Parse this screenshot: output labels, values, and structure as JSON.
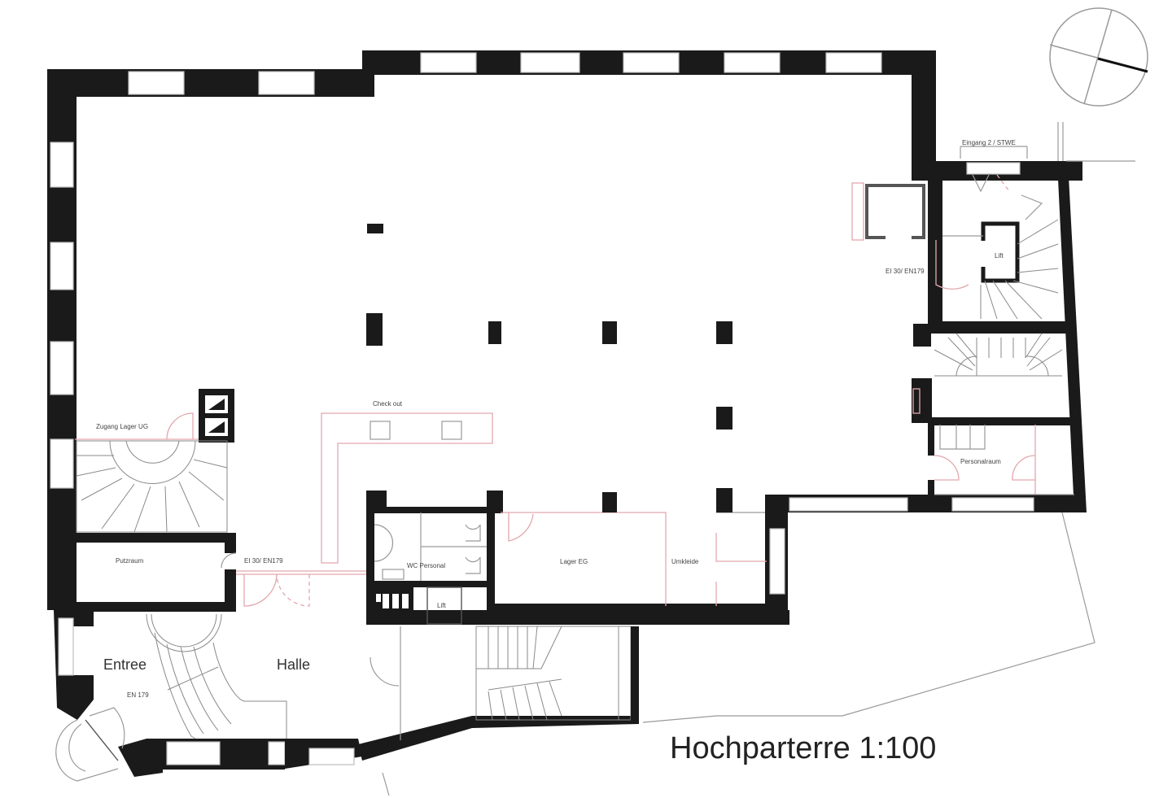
{
  "plan": {
    "title": "Hochparterre 1:100",
    "wall_color": "#1a1a1a",
    "door_line_color": "#e3a7ad",
    "compass": {
      "name": "north-arrow"
    }
  },
  "rooms": {
    "eingang2": "Eingang 2 / STWE",
    "lift_top": "Lift",
    "door_top_right": "EI 30/ EN179",
    "zugang_lager": "Zugang Lager UG",
    "check_out": "Check out",
    "putzraum": "Putzraum",
    "door_putzraum": "EI 30/ EN179",
    "wc_personal": "WC Personal",
    "lift_center": "Lift",
    "lager_eg": "Lager EG",
    "umkleide": "Umkleide",
    "personalraum": "Personalraum",
    "entree": "Entree",
    "halle": "Halle",
    "door_entree": "EN 179"
  }
}
